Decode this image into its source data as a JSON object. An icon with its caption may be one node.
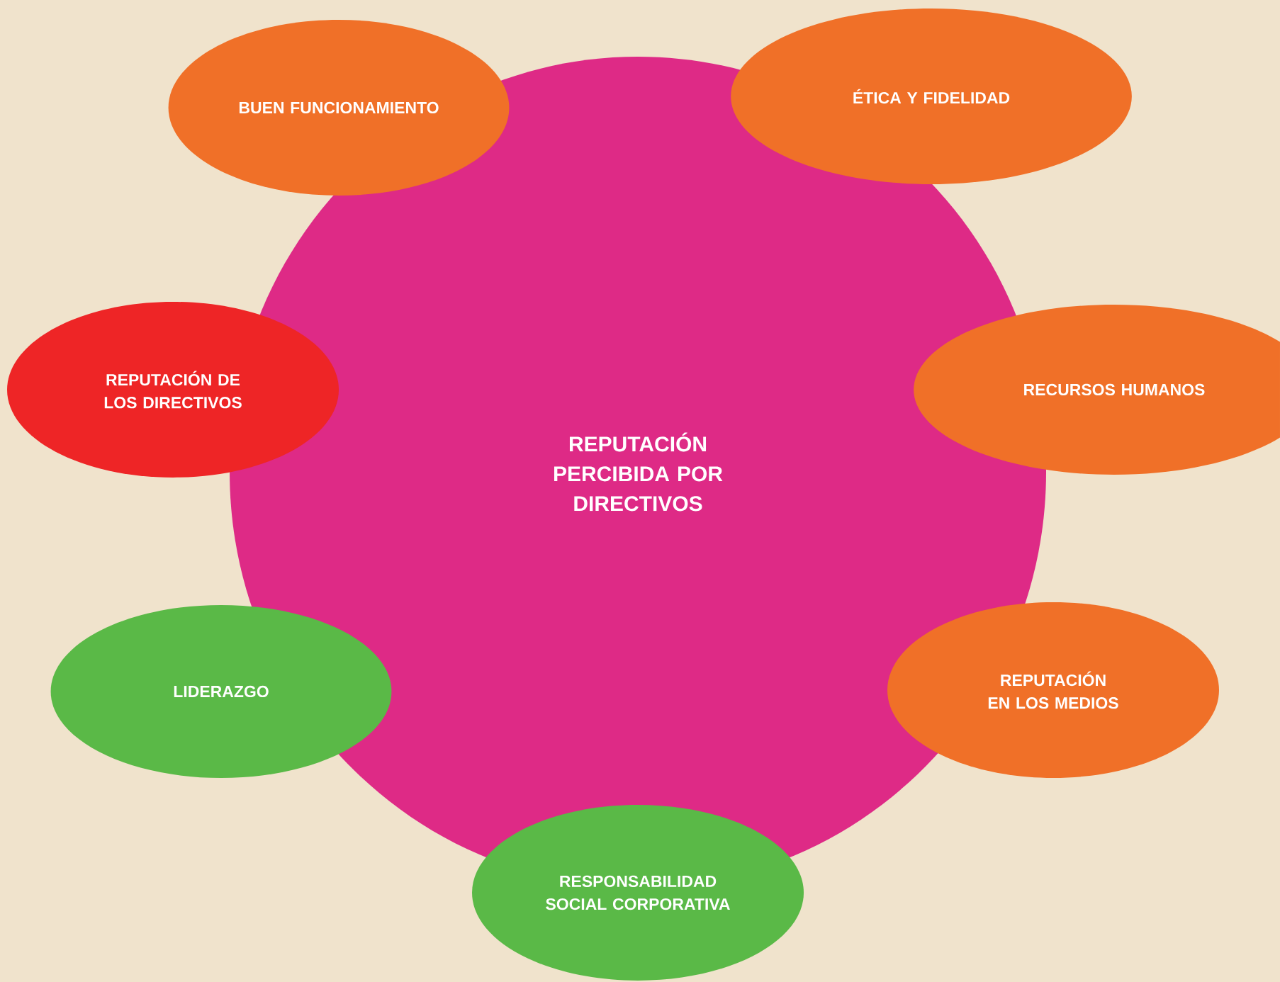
{
  "diagram": {
    "nodes": [
      {
        "text": [
          "REPUTACIÓN PERCIBIDA POR DIRECTIVOS"
        ]
      },
      {
        "text": [
          "BUEN FUNCIONAMIENTO"
        ]
      },
      {
        "text": [
          "ÉTICA Y FIDELIDAD"
        ]
      },
      {
        "text": [
          "REPUTACIÓN DE LOS DIRECTIVOS"
        ]
      },
      {
        "text": [
          "RECURSOS HUMANOS"
        ]
      },
      {
        "text": [
          "LIDERAZGO"
        ]
      },
      {
        "text": [
          "REPUTACIÓN EN LOS MEDIOS"
        ]
      },
      {
        "text": [
          "RESPONSABILIDAD SOCIAL CORPORATIVA"
        ]
      }
    ]
  }
}
